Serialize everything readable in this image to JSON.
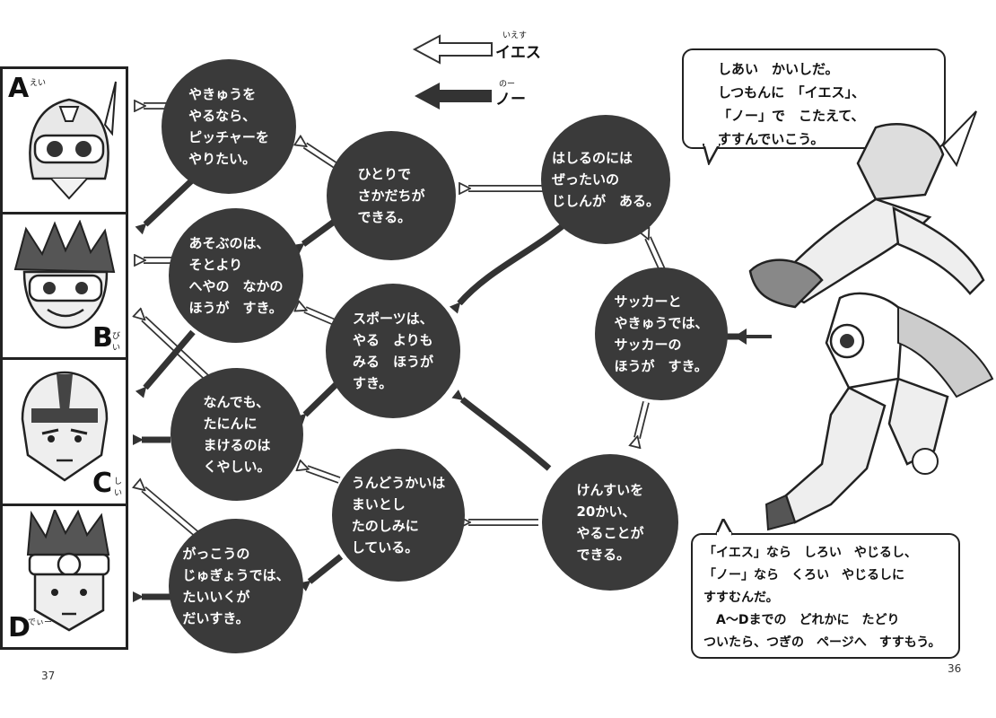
{
  "legend": {
    "yes_label": "イエス",
    "no_label": "ノー",
    "yes_ruby": "いえす",
    "no_ruby": "のー"
  },
  "characters": [
    {
      "letter": "A",
      "ruby": "えい"
    },
    {
      "letter": "B",
      "ruby": "びい"
    },
    {
      "letter": "C",
      "ruby": "しい"
    },
    {
      "letter": "D",
      "ruby": "でぃー"
    }
  ],
  "questions": {
    "q1": "はしるのには\nぜったいの\nじしんが　ある。",
    "q2": "サッカーと\nやきゅうでは、\nサッカーの\nほうが　すき。",
    "q3": "けんすいを\n20かい、\nやることが\nできる。",
    "q4": "ひとりで\nさかだちが\nできる。",
    "q5": "スポーツは、\nやる　よりも\nみる　ほうが\nすき。",
    "q6": "うんどうかいは\nまいとし\nたのしみに\nしている。",
    "q7": "やきゅうを\nやるなら、\nピッチャーを\nやりたい。",
    "q8": "あそぶのは、\nそとより\nへやの　なかの\nほうが　すき。",
    "q9": "なんでも、\nたにんに\nまけるのは\nくやしい。",
    "q10": "がっこうの\nじゅぎょうでは、\nたいいくが\nだいすき。"
  },
  "top_bubble": "しあい　かいしだ。\nしつもんに　「イエス」、\n「ノー」で　こたえて、\nすすんでいこう。",
  "bottom_bubble": "「イエス」なら　しろい　やじるし、\n「ノー」なら　くろい　やじるしに\nすすむんだ。\n　A～Dまでの　どれかに　たどり\nついたら、つぎの　ページへ　すすもう。",
  "page_left": "37",
  "page_right": "36",
  "colors": {
    "circle": "#3a3a3a",
    "black_arrow": "#333333",
    "white_arrow_stroke": "#333333"
  }
}
